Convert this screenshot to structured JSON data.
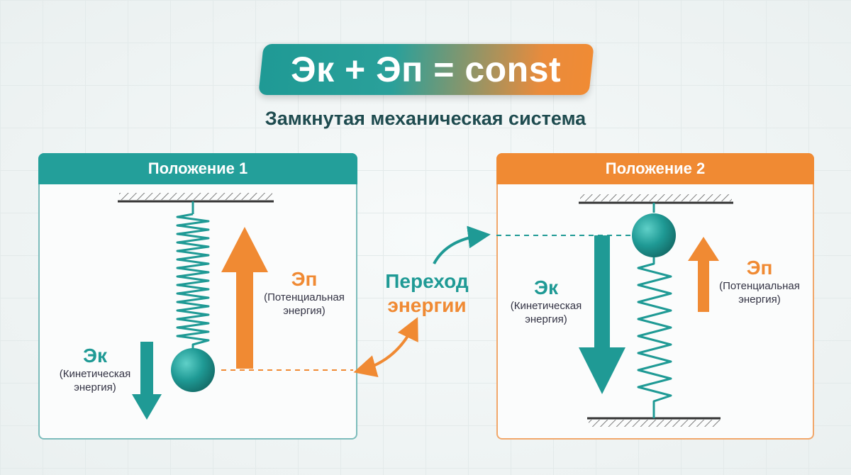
{
  "formula": "Эк + Эп = const",
  "subtitle": "Замкнутая механическая система",
  "panels": [
    {
      "title": "Положение 1",
      "ep_label": "Эп",
      "ep_desc_1": "(Потенциальная",
      "ep_desc_2": "энергия)",
      "ek_label": "Эк",
      "ek_desc_1": "(Кинетическая",
      "ek_desc_2": "энергия)"
    },
    {
      "title": "Положение 2",
      "ep_label": "Эп",
      "ep_desc_1": "(Потенциальная",
      "ep_desc_2": "энергия)",
      "ek_label": "Эк",
      "ek_desc_1": "(Кинетическая",
      "ek_desc_2": "энергия)"
    }
  ],
  "transition": {
    "line1": "Переход",
    "line2": "энергии"
  },
  "colors": {
    "teal": "#1f9a95",
    "orange": "#f08a33",
    "dark_text": "#1e4b4f"
  }
}
